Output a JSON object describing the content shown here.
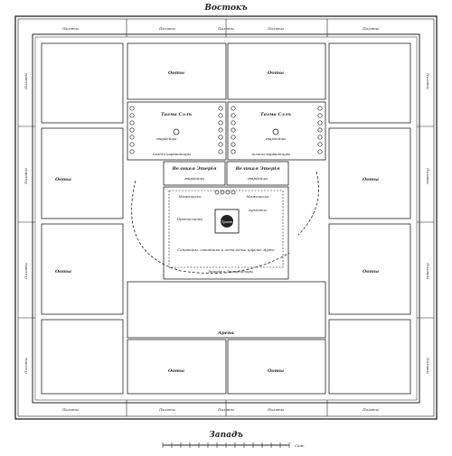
{
  "map": {
    "compass": {
      "north": "Востокъ",
      "south": "Западъ"
    },
    "outer_band_label": "Палаты",
    "top_labels": [
      "Палаты",
      "Палаты",
      "Палаты",
      "Палаты",
      "Палаты"
    ],
    "bottom_labels": [
      "Палаты",
      "Палаты",
      "Палаты",
      "Палаты",
      "Палаты"
    ],
    "block_label": "Ооты",
    "arena_label": "Арена",
    "halls": [
      {
        "title": "Тагма Сэлъ",
        "center": "гвардейцы",
        "sub": "поэтъ-карвантиры"
      },
      {
        "title": "Тагма Сэлъ",
        "center": "гвардейцы",
        "sub": "поэты-карвантиры"
      }
    ],
    "vestibules": [
      {
        "title": "Великая Этерія",
        "sub": "гвардейцы"
      },
      {
        "title": "Великая Этерія",
        "sub": "гвардейцы"
      }
    ],
    "palace": {
      "throne": "Тронъ",
      "side_l1": "Мамышалы",
      "side_l2": "Протоспаты",
      "side_r1": "Мамышалы",
      "side_r2": "Архонты",
      "bottom": "Сенаторы, сановники и остальные царскіе мужи",
      "arc": "Этерія и Экскувиторы"
    },
    "scale_label": "Саж."
  }
}
